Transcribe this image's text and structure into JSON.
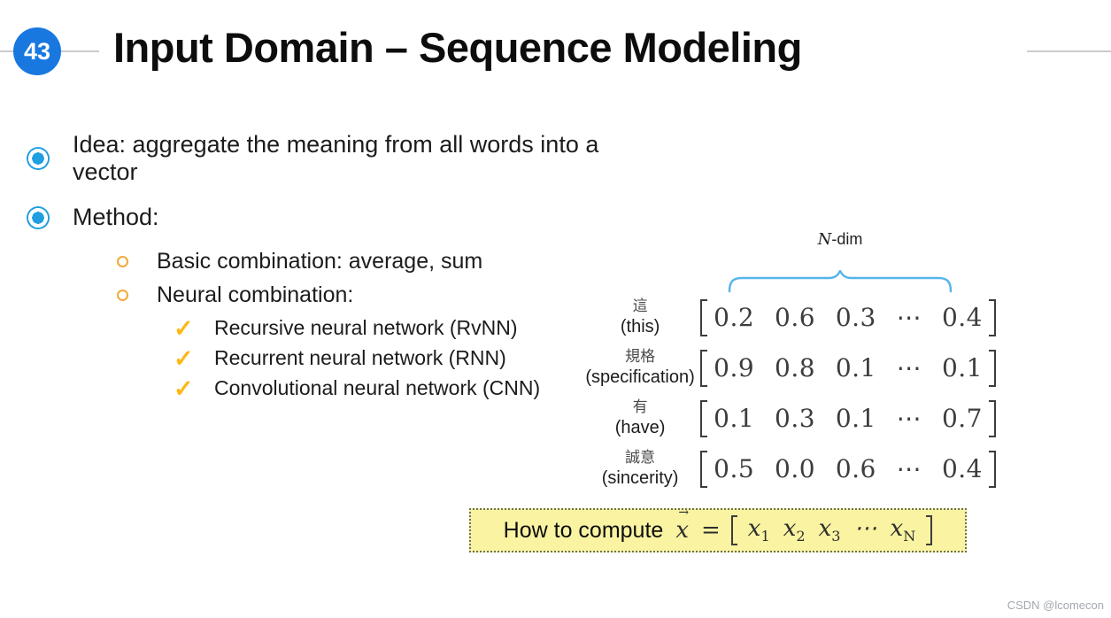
{
  "slide": {
    "number": "43",
    "title": "Input Domain – Sequence Modeling"
  },
  "bullets": {
    "idea": "Idea: aggregate the meaning from all words into a vector",
    "method": "Method:",
    "sub": [
      "Basic combination: average, sum",
      "Neural combination:"
    ],
    "check_glyph": "✓",
    "checks": [
      "Recursive neural network (RvNN)",
      "Recurrent neural network (RNN)",
      "Convolutional neural network (CNN)"
    ]
  },
  "diagram": {
    "dim_label": {
      "var": "N",
      "suffix": "-dim"
    },
    "rows": [
      {
        "word": "這",
        "gloss": "(this)",
        "values": [
          "0.2",
          "0.6",
          "0.3",
          "⋯",
          "0.4"
        ]
      },
      {
        "word": "規格",
        "gloss": "(specification)",
        "values": [
          "0.9",
          "0.8",
          "0.1",
          "⋯",
          "0.1"
        ]
      },
      {
        "word": "有",
        "gloss": "(have)",
        "values": [
          "0.1",
          "0.3",
          "0.1",
          "⋯",
          "0.7"
        ]
      },
      {
        "word": "誠意",
        "gloss": "(sincerity)",
        "values": [
          "0.5",
          "0.0",
          "0.6",
          "⋯",
          "0.4"
        ]
      }
    ],
    "formula": {
      "label": "How to compute",
      "vector_base": "x",
      "vector_arrow": "→",
      "equals": "=",
      "terms": [
        {
          "base": "x",
          "sub": "1"
        },
        {
          "base": "x",
          "sub": "2"
        },
        {
          "base": "x",
          "sub": "3"
        },
        {
          "base": "⋯",
          "sub": ""
        },
        {
          "base": "x",
          "sub": "N"
        }
      ]
    }
  },
  "watermark": "CSDN @lcomecon",
  "colors": {
    "slide_number_bg": "#1878e0",
    "bullet_blue": "#1f9fe0",
    "sub_bullet_orange": "#f2a93c",
    "check_gold": "#fdb813",
    "brace_blue": "#56b5ea",
    "highlight_bg": "#f9f3a2"
  }
}
